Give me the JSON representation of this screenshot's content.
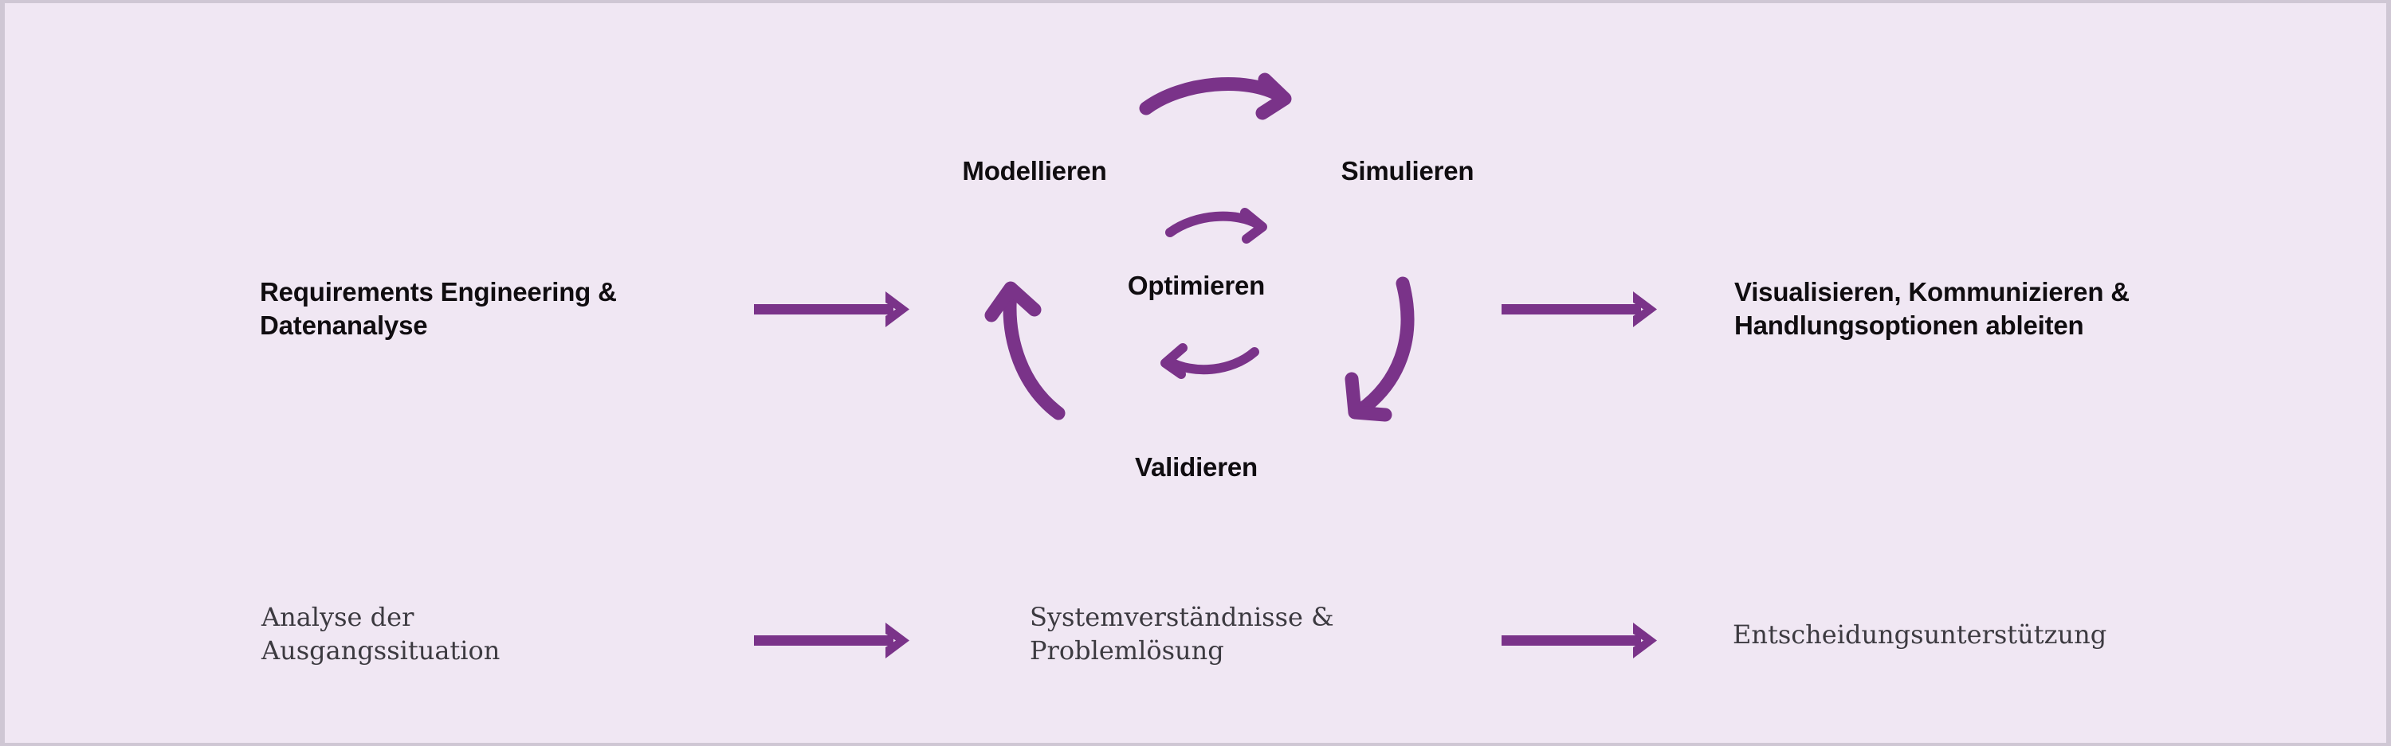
{
  "theme": {
    "panel_bg": "#f0e7f3",
    "frame": "#cfc7d4",
    "accent_purple": "#7a3389",
    "bold_text": "#100d10",
    "serif_text": "#3c3a40"
  },
  "diagram": {
    "type": "process-cycle-flow",
    "stages": [
      {
        "id": "input",
        "label": "Requirements Engineering &\nDatenanalyse"
      },
      {
        "id": "core",
        "label": "Modellieren / Simulieren / Optimieren / Validieren"
      },
      {
        "id": "output",
        "label": "Visualisieren, Kommunizieren &\nHandlungsoptionen ableiten"
      }
    ],
    "cycle": {
      "top_left": "Modellieren",
      "top_right": "Simulieren",
      "center": "Optimieren",
      "bottom": "Validieren"
    },
    "outcomes": [
      {
        "id": "outcome-left",
        "label": "Analyse der\nAusgangssituation"
      },
      {
        "id": "outcome-mid",
        "label": "Systemverständnisse &\nProblemlösung"
      },
      {
        "id": "outcome-right",
        "label": "Entscheidungsunterstützung"
      }
    ],
    "connectors": [
      {
        "id": "arrow-input-to-core",
        "kind": "straight-arrow-right"
      },
      {
        "id": "arrow-core-to-output",
        "kind": "straight-arrow-right"
      },
      {
        "id": "arrow-outcome-left",
        "kind": "straight-arrow-right"
      },
      {
        "id": "arrow-outcome-mid",
        "kind": "straight-arrow-right"
      },
      {
        "id": "arrow-cycle-top",
        "kind": "curved-arrow-clockwise"
      },
      {
        "id": "arrow-cycle-right",
        "kind": "curved-arrow-clockwise"
      },
      {
        "id": "arrow-cycle-left",
        "kind": "curved-arrow-clockwise"
      },
      {
        "id": "arrow-inner-top",
        "kind": "curved-arrow-small-right"
      },
      {
        "id": "arrow-inner-bottom",
        "kind": "curved-arrow-small-left"
      }
    ]
  }
}
